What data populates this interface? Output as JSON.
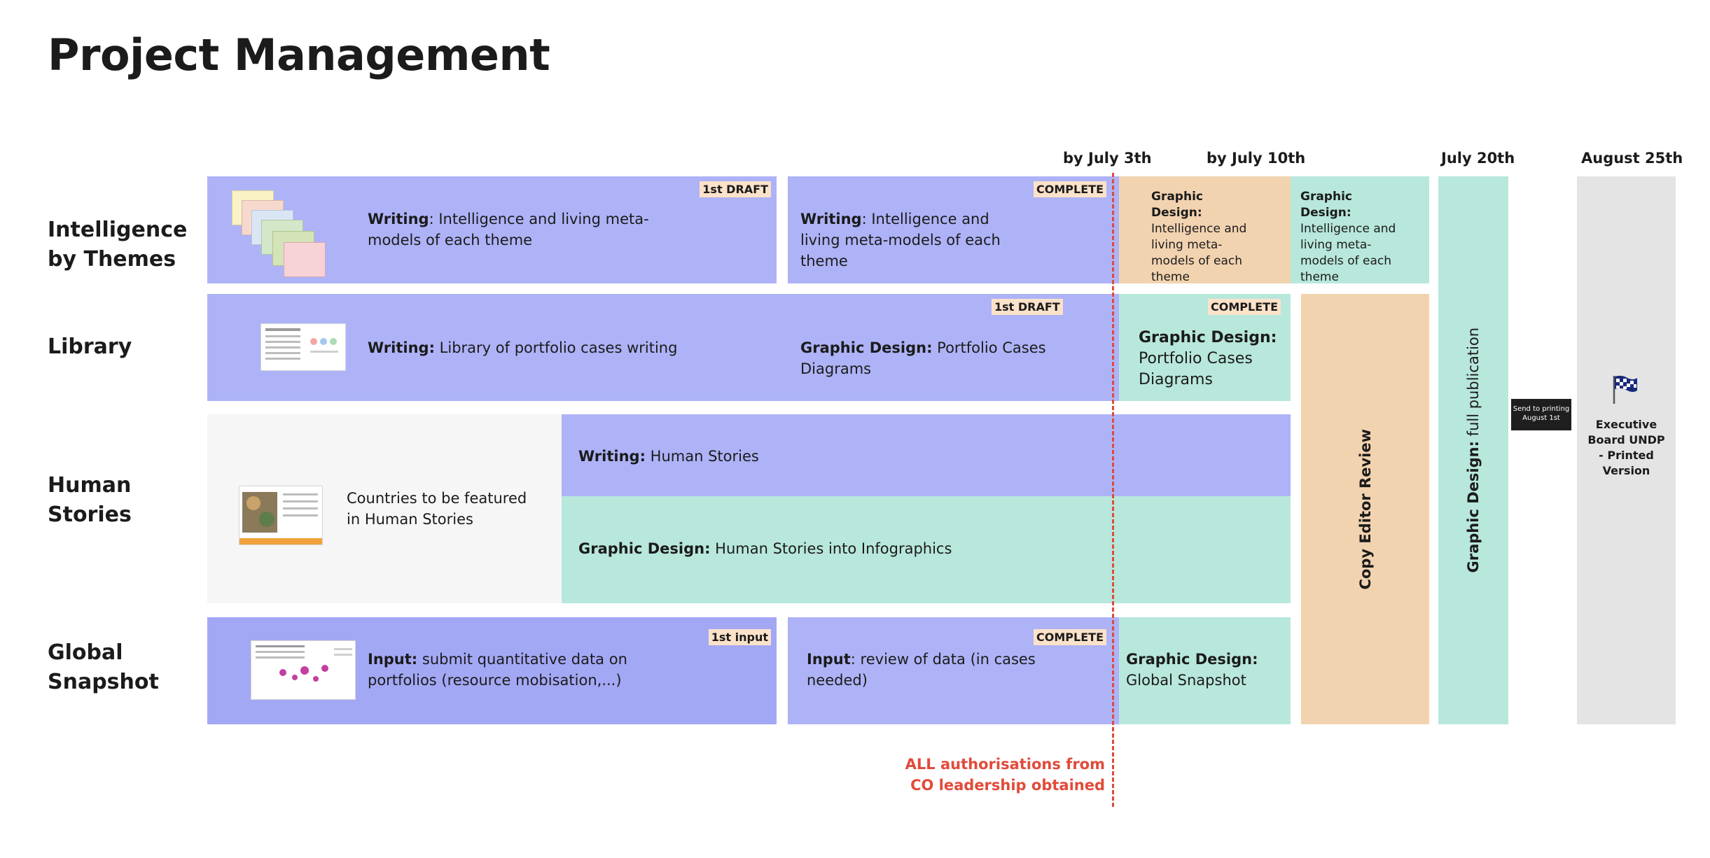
{
  "title": "Project Management",
  "colors": {
    "writing_purple": "#aeb3f7",
    "design_mint": "#b8e7dc",
    "review_peach": "#f2d3b0",
    "neutral_gray": "#e4e4e4",
    "deadline_red": "#e04b3a",
    "tag_background": "#fbe2c9"
  },
  "rows": {
    "themes": "Intelligence\nby Themes",
    "library": "Library",
    "human": "Human\nStories",
    "global": "Global\nSnapshot"
  },
  "milestones": {
    "july3": "by July 3th",
    "july10": "by July 10th",
    "july20": "July 20th",
    "aug25": "August 25th"
  },
  "tags": {
    "first_draft": "1st DRAFT",
    "complete": "COMPLETE",
    "first_input": "1st input"
  },
  "labels": {
    "writing": "Writing",
    "graphic_design": "Graphic Design",
    "input": "Input"
  },
  "tasks": {
    "themes_writing_1": ": Intelligence and living meta-models of each theme",
    "themes_writing_2": ": Intelligence and living meta-models of each theme",
    "themes_design_1": "Intelligence and living meta-models of each theme",
    "themes_design_2": "Intelligence and living meta-models of each theme",
    "library_writing": "Library of portfolio cases writing",
    "library_design_1": "Portfolio Cases Diagrams",
    "library_design_2": "Portfolio Cases Diagrams",
    "human_countries": "Countries to be featured in Human Stories",
    "human_writing": "Human Stories",
    "human_design": "Human Stories into Infographics",
    "global_input_1": "submit quantitative data on portfolios (resource mobisation,...)",
    "global_input_2": ": review of data (in cases needed)",
    "global_design": "Global Snapshot",
    "copy_editor": "Copy Editor Review",
    "full_pub_label": "Graphic Design:",
    "full_pub": "full publication",
    "send_printing_1": "Send to printing",
    "send_printing_2": "August 1st",
    "exec_board": "Executive Board UNDP - Printed Version"
  },
  "deadline_note": {
    "line1": "ALL authorisations from",
    "line2": "CO leadership obtained"
  },
  "icons": {
    "milestone": "checkered-flag-icon"
  }
}
